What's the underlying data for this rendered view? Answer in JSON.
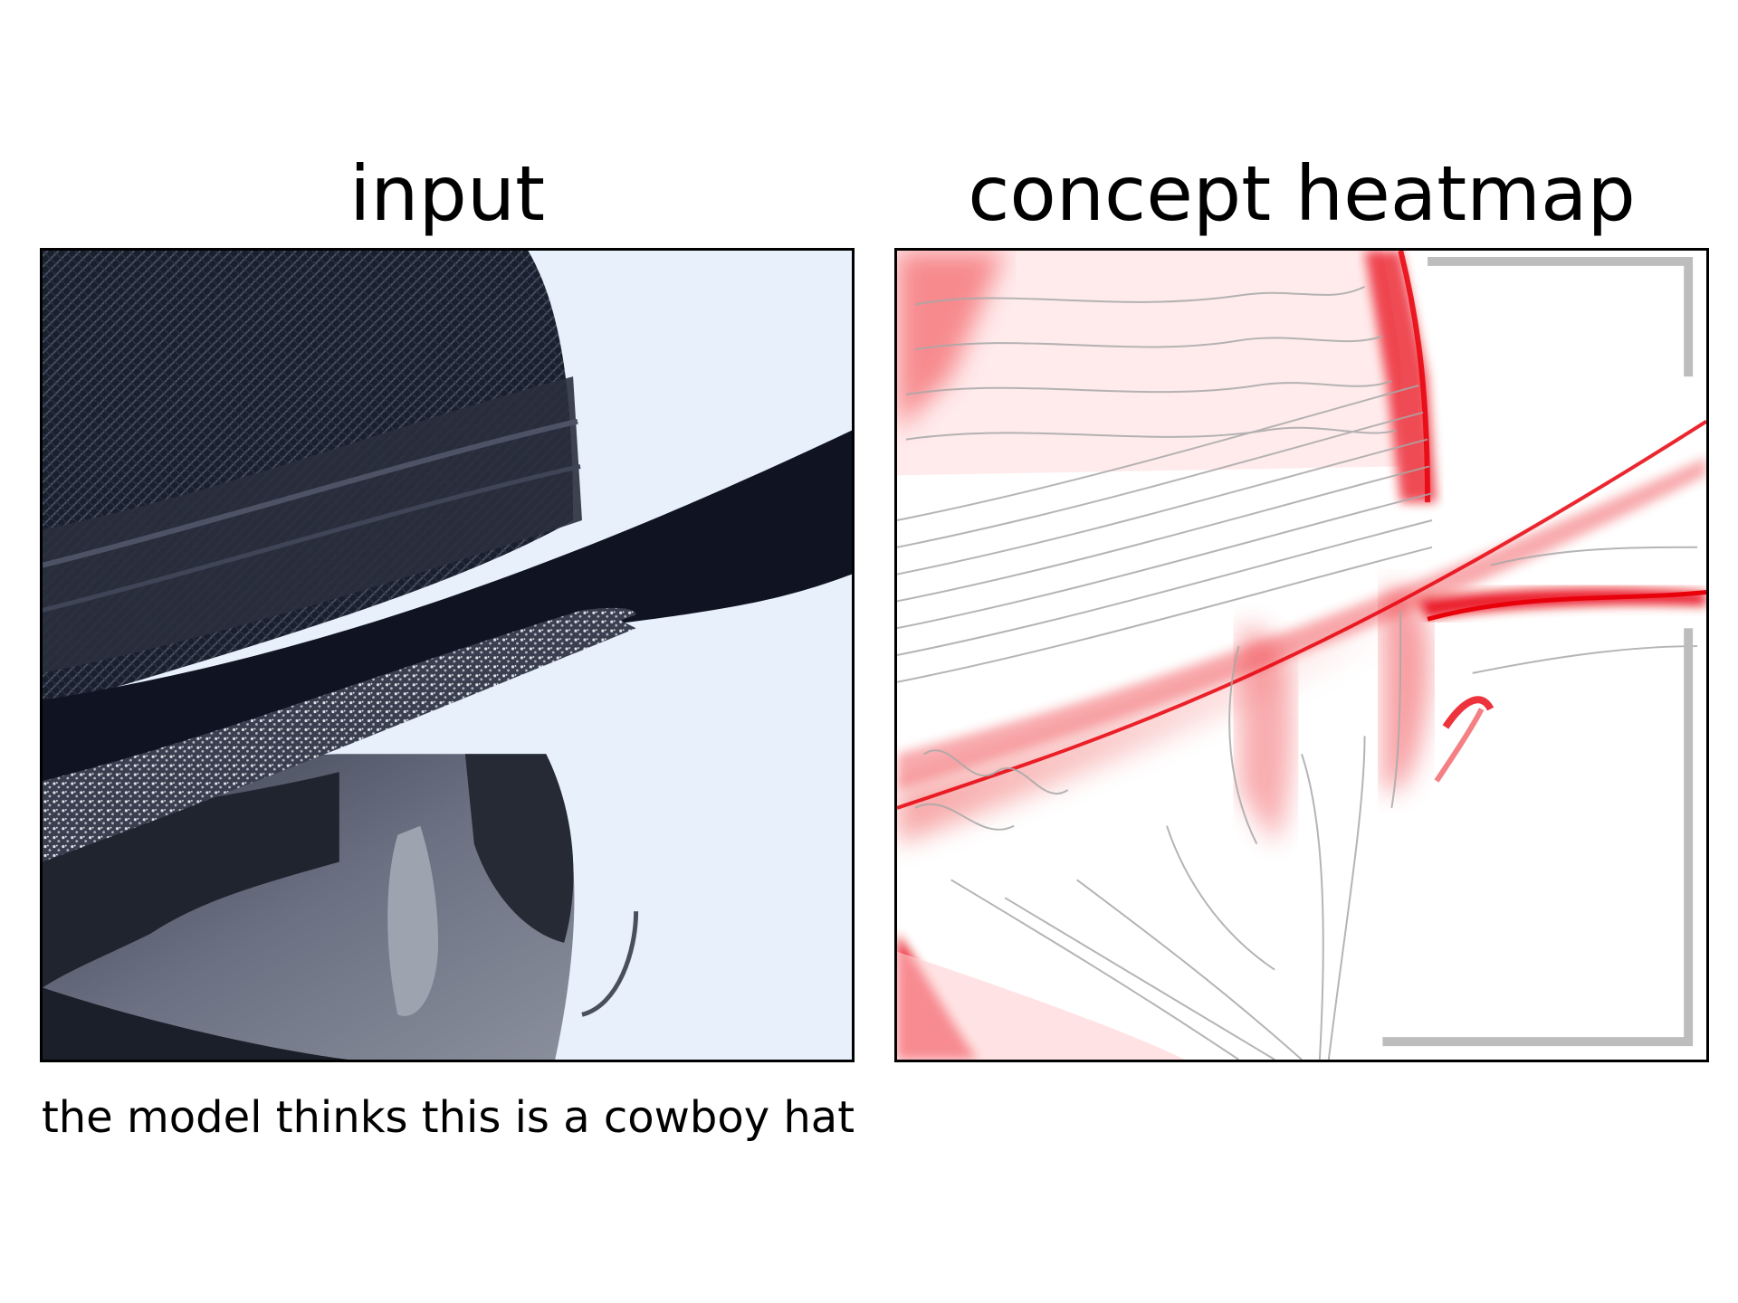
{
  "panels": {
    "left_title": "input",
    "right_title": "concept heatmap"
  },
  "caption": "the model thinks this is a cowboy hat",
  "colors": {
    "background": "#ffffff",
    "photo_sky": "#e8f0fb",
    "hat_dark": "#161b29",
    "skin_tone": "#6b7182",
    "heat_red": "#e8000b",
    "edge_gray": "#a8a8a8"
  }
}
